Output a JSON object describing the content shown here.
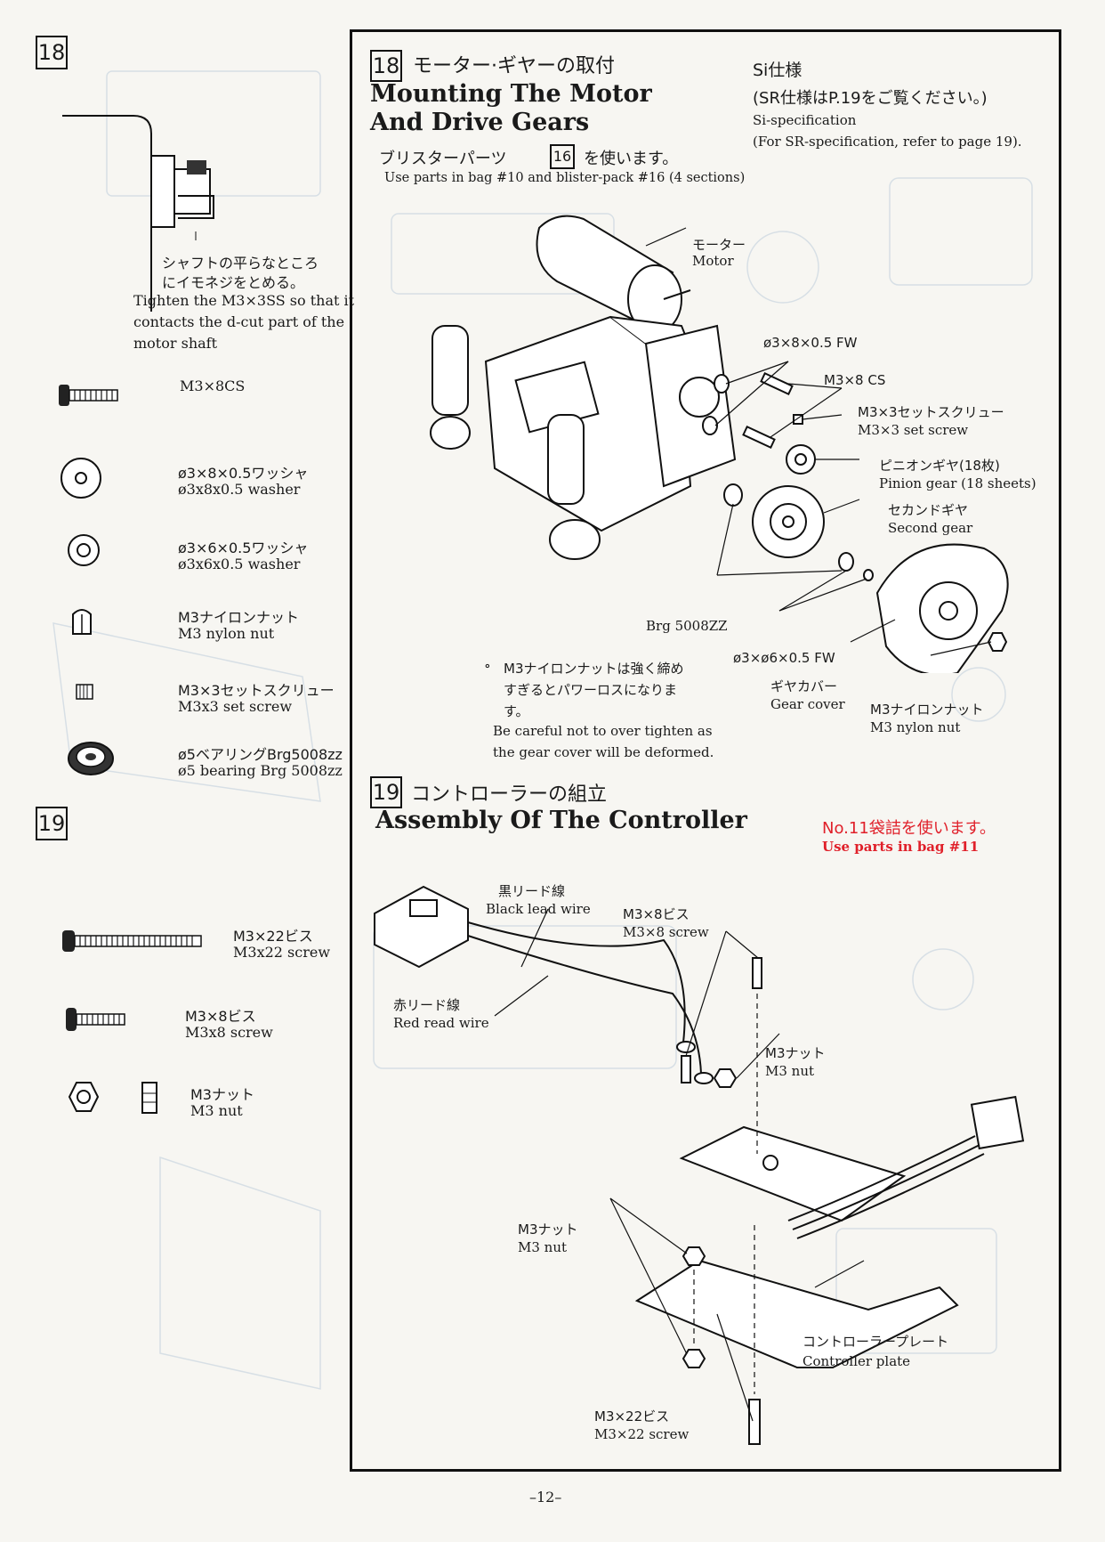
{
  "page_number": "–12–",
  "sidebar": {
    "step18": {
      "number": "18",
      "note_jp_1": "シャフトの平らなところ",
      "note_jp_2": "にイモネジをとめる。",
      "note_en_1": "Tighten the M3×3SS so that it",
      "note_en_2": "contacts the d-cut part of the",
      "note_en_3": "motor shaft",
      "parts": [
        {
          "label_1": "M3×8CS",
          "label_2": ""
        },
        {
          "label_1": "ø3×8×0.5ワッシャ",
          "label_2": "ø3x8x0.5 washer"
        },
        {
          "label_1": "ø3×6×0.5ワッシャ",
          "label_2": "ø3x6x0.5 washer"
        },
        {
          "label_1": "M3ナイロンナット",
          "label_2": "M3 nylon nut"
        },
        {
          "label_1": "M3×3セットスクリュー",
          "label_2": "M3x3 set screw"
        },
        {
          "label_1": "ø5ベアリングBrg5008zz",
          "label_2": "ø5 bearing Brg 5008zz"
        }
      ]
    },
    "step19": {
      "number": "19",
      "parts": [
        {
          "label_1": "M3×22ビス",
          "label_2": "M3x22 screw"
        },
        {
          "label_1": "M3×8ビス",
          "label_2": "M3x8 screw"
        },
        {
          "label_1": "M3ナット",
          "label_2": "M3 nut"
        }
      ]
    }
  },
  "main": {
    "step18": {
      "number": "18",
      "title_jp": "モーター·ギヤーの取付",
      "title_en_1": "Mounting The Motor",
      "title_en_2": "And Drive Gears",
      "blister_jp_pre": "ブリスターパーツ",
      "blister_num": "16",
      "blister_jp_post": "を使います。",
      "blister_en": "Use parts in bag #10 and blister-pack #16 (4 sections)",
      "si_title": "Si仕様",
      "si_jp": "(SR仕様はP.19をご覧ください。)",
      "si_en_1": "Si-specification",
      "si_en_2": "(For SR-specification, refer to page 19).",
      "labels": {
        "motor_jp": "モーター",
        "motor_en": "Motor",
        "fw1": "ø3×8×0.5 FW",
        "cs": "M3×8 CS",
        "setscrew_jp": "M3×3セットスクリュー",
        "setscrew_en": "M3×3 set screw",
        "pinion_jp": "ピニオンギヤ(18枚)",
        "pinion_en": "Pinion gear (18 sheets)",
        "second_jp": "セカンドギヤ",
        "second_en": "Second gear",
        "brg": "Brg 5008ZZ",
        "fw2": "ø3×ø6×0.5 FW",
        "cover_jp": "ギヤカバー",
        "cover_en": "Gear cover",
        "nylon_jp": "M3ナイロンナット",
        "nylon_en": "M3 nylon nut"
      },
      "caution_bullet": "∘",
      "caution_jp_1": "M3ナイロンナットは強く締め",
      "caution_jp_2": "すぎるとパワーロスになりま",
      "caution_jp_3": "す。",
      "caution_en_1": "Be careful not to over tighten as",
      "caution_en_2": "the gear cover will be deformed."
    },
    "step19": {
      "number": "19",
      "title_jp": "コントローラーの組立",
      "title_en": "Assembly Of The Controller",
      "bag_jp": "No.11袋詰を使います。",
      "bag_en": "Use parts in bag #11",
      "labels": {
        "black_jp": "黒リード線",
        "black_en": "Black lead wire",
        "red_jp": "赤リード線",
        "red_en": "Red read wire",
        "screw8_jp": "M3×8ビス",
        "screw8_en": "M3×8 screw",
        "nut1_jp": "M3ナット",
        "nut1_en": "M3 nut",
        "nut2_jp": "M3ナット",
        "nut2_en": "M3 nut",
        "plate_jp": "コントローラープレート",
        "plate_en": "Controller plate",
        "screw22_jp": "M3×22ビス",
        "screw22_en": "M3×22 screw"
      }
    }
  }
}
